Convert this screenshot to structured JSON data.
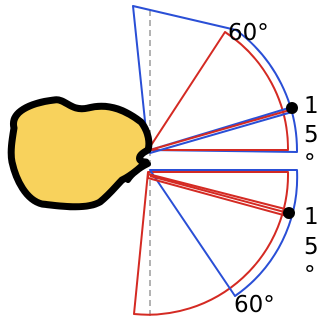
{
  "diagram": {
    "angle_labels": {
      "top": "60°",
      "bottom": "60°",
      "upper_side": [
        "1",
        "5",
        "°"
      ],
      "lower_side": [
        "1",
        "5",
        "°"
      ]
    },
    "colors": {
      "blue_outline": "#2a4fd6",
      "red_outline": "#d42a23",
      "head_fill": "#f8d25c",
      "head_outline": "#000000",
      "dashed_line": "#8a8a8a"
    }
  }
}
